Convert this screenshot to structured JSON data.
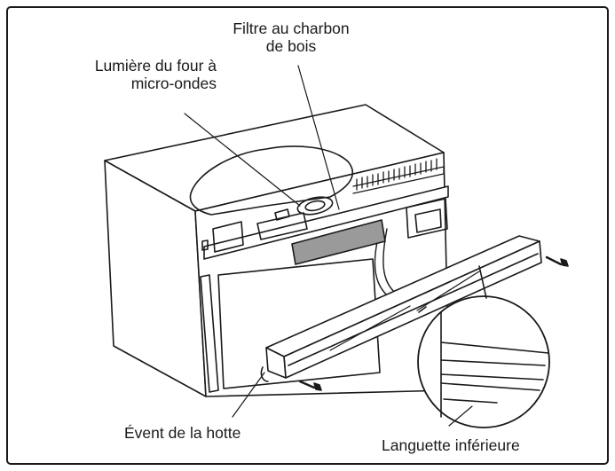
{
  "labels": {
    "charcoal_filter": {
      "line1": "Filtre au charbon",
      "line2": "de bois"
    },
    "oven_light": {
      "line1": "Lumière du four à",
      "line2": "micro-ondes"
    },
    "hood_vent": "Évent de la hotte",
    "bottom_tab": "Languette inférieure"
  },
  "colors": {
    "line": "#1a1a1a",
    "filter_fill": "#9a9a9a",
    "background": "#ffffff"
  }
}
